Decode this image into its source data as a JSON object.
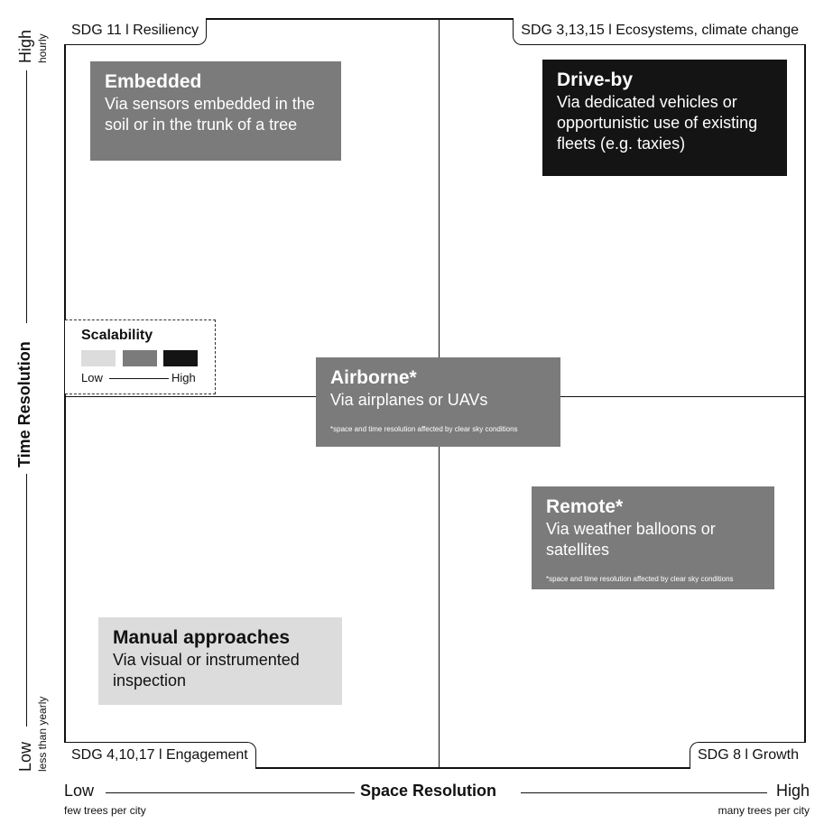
{
  "quadrant_labels": {
    "top_left": "SDG 11 l Resiliency",
    "top_right": "SDG 3,13,15 l Ecosystems, climate change",
    "bottom_left": "SDG 4,10,17 l Engagement",
    "bottom_right": "SDG 8 l Growth"
  },
  "methods": {
    "embedded": {
      "title": "Embedded",
      "desc": "Via sensors embedded in the soil or in the trunk of a tree",
      "color": "#7b7b7b"
    },
    "driveby": {
      "title": "Drive-by",
      "desc": "Via dedicated vehicles or opportunistic use of existing fleets (e.g. taxies)",
      "color": "#141414"
    },
    "airborne": {
      "title": "Airborne*",
      "desc": "Via airplanes or UAVs",
      "note": "*space and time resolution affected by clear sky conditions",
      "color": "#7b7b7b"
    },
    "remote": {
      "title": "Remote*",
      "desc": "Via weather balloons or satellites",
      "note": "*space and time resolution affected by clear sky conditions",
      "color": "#7b7b7b"
    },
    "manual": {
      "title": "Manual approaches",
      "desc": "Via visual or instrumented inspection",
      "color": "#dcdcdc"
    }
  },
  "legend": {
    "title": "Scalability",
    "low": "Low",
    "high": "High",
    "swatches": [
      "#dcdcdc",
      "#7b7b7b",
      "#141414"
    ]
  },
  "x_axis": {
    "title": "Space Resolution",
    "low": "Low",
    "low_sub": "few trees per city",
    "high": "High",
    "high_sub": "many trees per city"
  },
  "y_axis": {
    "title": "Time Resolution",
    "low": "Low",
    "low_sub": "less than yearly",
    "high": "High",
    "high_sub": "hourly"
  }
}
